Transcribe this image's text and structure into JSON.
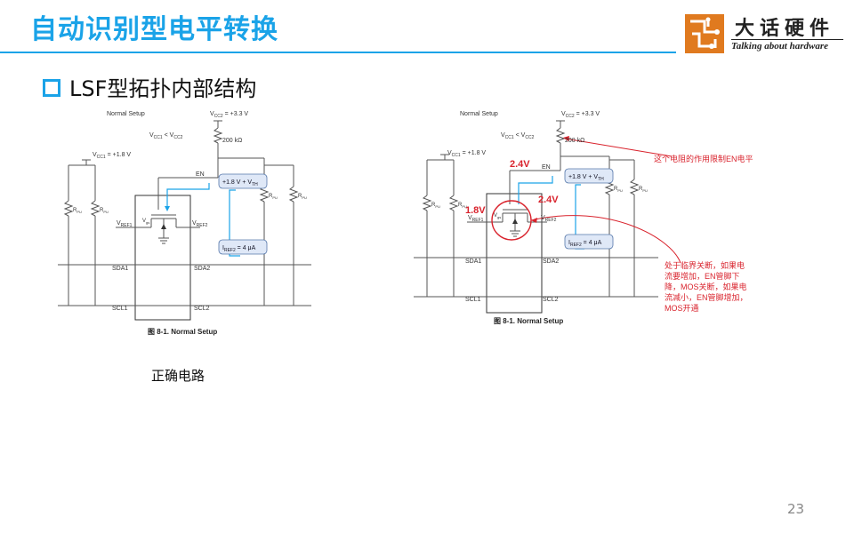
{
  "header": {
    "title": "自动识别型电平转换",
    "logo_cn": "大话硬件",
    "logo_en": "Talking about hardware"
  },
  "section": {
    "heading": "LSF型拓扑内部结构"
  },
  "left_diagram": {
    "normal_setup": "Normal Setup",
    "vcc2": "V",
    "vcc2_sub": "CC2",
    "vcc2_val": " = +3.3 V",
    "vcc1": "V",
    "vcc1_sub": "CC1",
    "vcc1_val": " = +1.8 V",
    "cmp": "V",
    "cmp_a": "CC1",
    "cmp_mid": " < V",
    "cmp_b": "CC2",
    "r200k": "200 kΩ",
    "en": "EN",
    "vth_label": "+1.8 V + V",
    "vth_sub": "TH",
    "vref1": "V",
    "vref1_sub": "REF1",
    "vref2": "V",
    "vref2_sub": "REF2",
    "vgs": "V",
    "vgs_sub": "gs",
    "iref": "I",
    "iref_sub": "REF2",
    "iref_val": " = 4 μA",
    "rpu": "R",
    "rpu_sub": "PU",
    "sda1": "SDA1",
    "sda2": "SDA2",
    "scl1": "SCL1",
    "scl2": "SCL2",
    "figure": "图 8-1. Normal Setup"
  },
  "right_diagram": {
    "v24_top": "2.4V",
    "v24_right": "2.4V",
    "v18": "1.8V",
    "note_resistor": "这个电阻的作用限制EN电平",
    "note_lines": [
      "处于临界关断，如果电",
      "流要增加，EN管脚下",
      "降，MOS关断，如果电",
      "流减小，EN管脚增加，",
      "MOS开通"
    ]
  },
  "caption": "正确电路",
  "page_number": "23",
  "colors": {
    "accent": "#1aa3e8",
    "annotation": "#d9232d",
    "hint": "#1aa3e8"
  }
}
